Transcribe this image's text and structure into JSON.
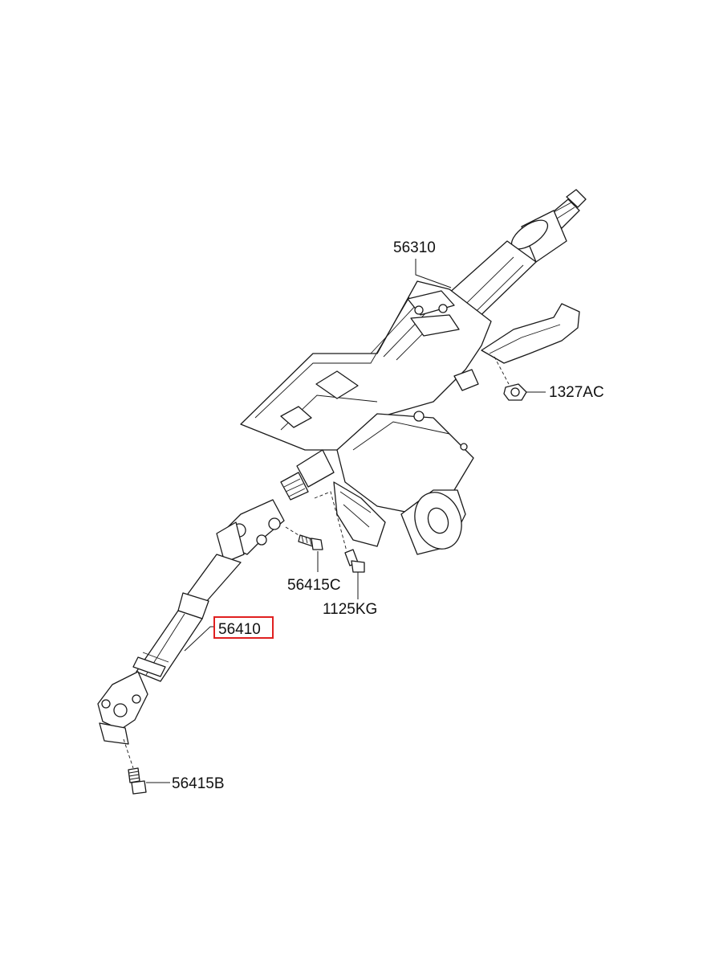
{
  "labels": {
    "column": "56310",
    "nut": "1327AC",
    "bolt_upper": "56415C",
    "bolt_mount": "1125KG",
    "shaft": "56410",
    "bolt_lower": "56415B"
  },
  "highlight": {
    "part": "56410",
    "color": "#e02020"
  }
}
